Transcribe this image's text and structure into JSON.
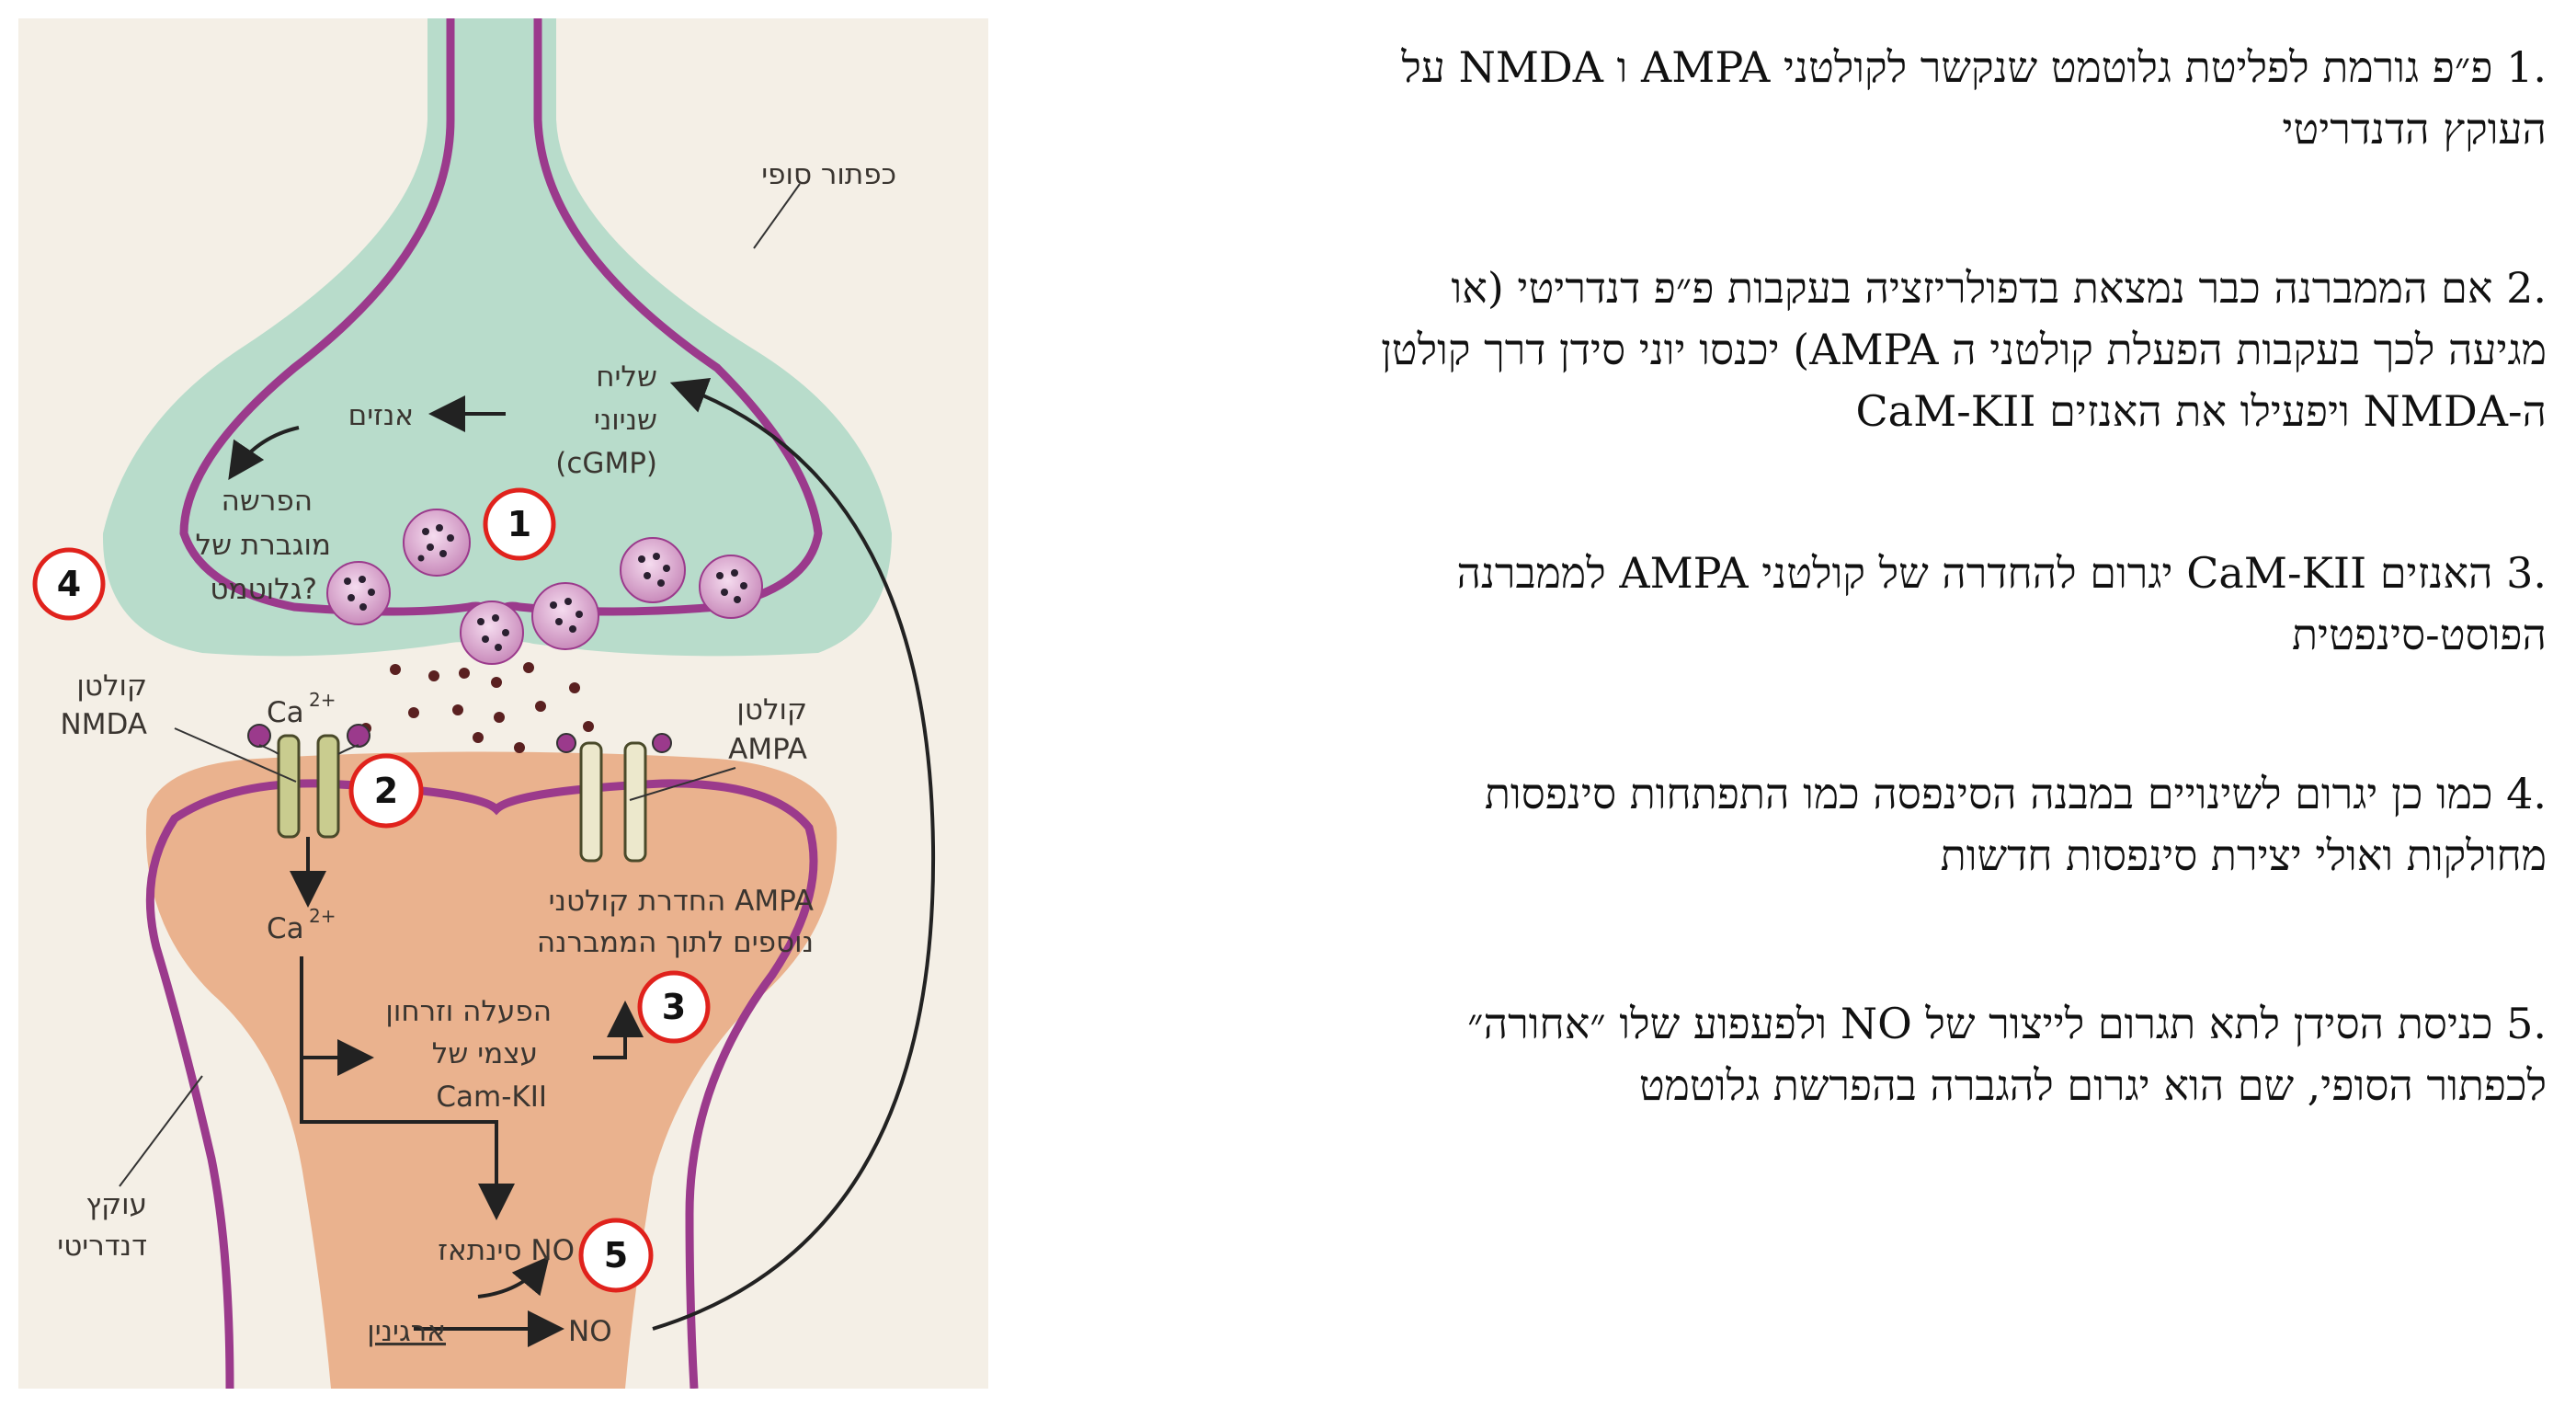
{
  "labels": {
    "terminal": "כפתור סופי",
    "second_messenger": [
      "שליח",
      "שניוני",
      "(cGMP)"
    ],
    "enzymes": "אנזים",
    "enhanced_release": [
      "הפרשה",
      "מוגברת של",
      "גלוטמט?"
    ],
    "ca_top": "Ca",
    "ca_bottom": "Ca",
    "ca_sup": "2+",
    "nmda_receptor": [
      "קולטן",
      "NMDA"
    ],
    "ampa_receptor": [
      "קולטן",
      "AMPA"
    ],
    "ampa_insertion": [
      "החדרת קולטני AMPA",
      "נוספים לתוך הממברנה"
    ],
    "camkii_activation": [
      "הפעלה וזרחון",
      "עצמי של",
      "Cam-KII"
    ],
    "dendritic_spine": [
      "עוקץ",
      "דנדריטי"
    ],
    "no_synthase": "סינתאז NO",
    "arginine": "ארגינין",
    "no_product": "NO"
  },
  "markers": [
    "1",
    "2",
    "3",
    "4",
    "5"
  ],
  "colors": {
    "presynaptic": "#b8dccb",
    "postsynaptic": "#eab28e",
    "membrane": "#9b3a8c",
    "marker_ring": "#e0221c",
    "vesicle": "#e4b8d8",
    "receptor": "#c9cc8f",
    "background": "#f4efe6"
  },
  "items": [
    {
      "num": ".1",
      "lines": [
        "פ״פ גורמת לפליטת גלוטמט שנקשר לקולטני AMPA ו NMDA על",
        "העוקץ הדנדריטי"
      ]
    },
    {
      "num": ".2",
      "lines": [
        "אם הממברנה כבר נמצאת בדפולריזציה בעקבות פ״פ דנדריטי (או",
        "מגיעה לכך בעקבות הפעלת קולטני ה AMPA) יכנסו יוני סידן דרך קולטן",
        "ה-NMDA ויפעילו את האנזים CaM-KII"
      ]
    },
    {
      "num": ".3",
      "lines": [
        "האנזים CaM-KII יגרום להחדרה של קולטני AMPA לממברנה",
        "הפוסט-סינפטית"
      ]
    },
    {
      "num": ".4",
      "lines": [
        "כמו כן יגרום לשינויים במבנה הסינפסה כמו התפתחות סינפסות",
        "מחולקות ואולי יצירת סינפסות חדשות"
      ]
    },
    {
      "num": ".5",
      "lines": [
        "כניסת הסידן לתא תגרום לייצור של NO ולפעפוע שלו ״אחורה״",
        "לכפתור הסופי, שם הוא יגרום להגברה בהפרשת גלוטמט"
      ]
    }
  ]
}
